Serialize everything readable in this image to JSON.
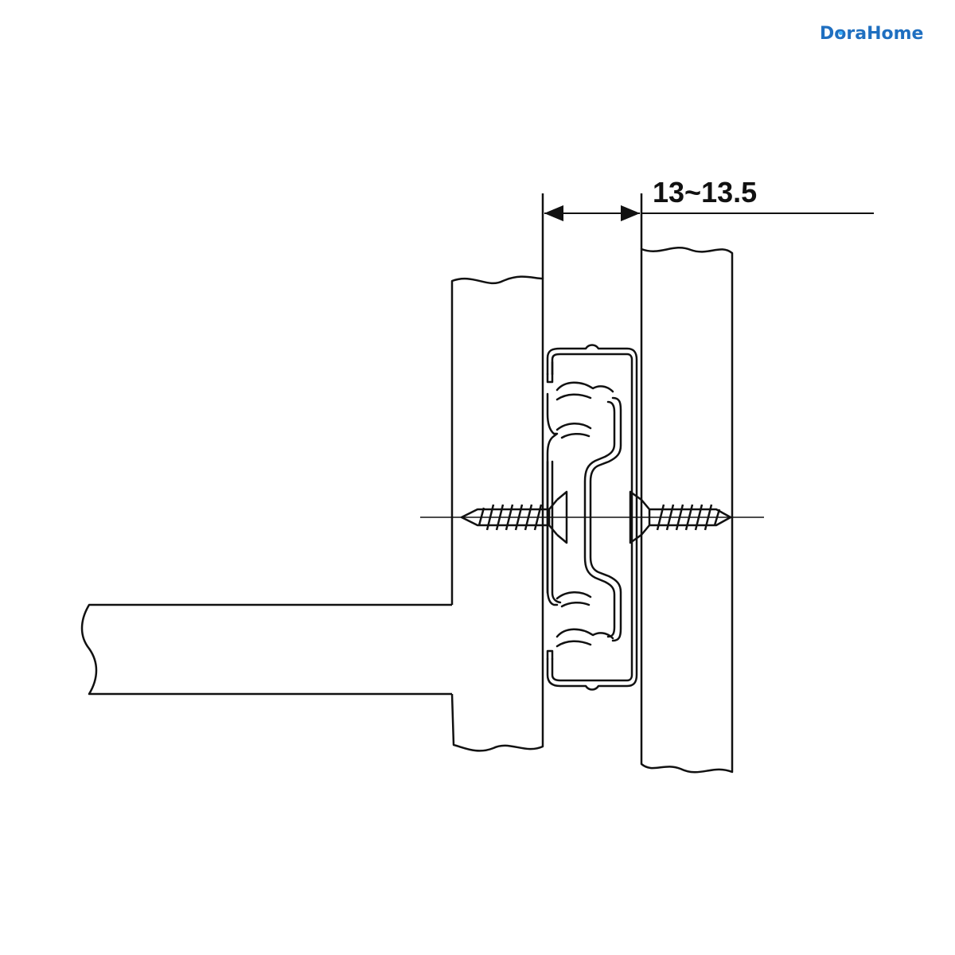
{
  "logo": {
    "text_1": "D",
    "text_2": "o",
    "text_3": "raHome",
    "color": "#1f6fc0",
    "accent": "#3ab0ff"
  },
  "dimension": {
    "label": "13~13.5"
  }
}
